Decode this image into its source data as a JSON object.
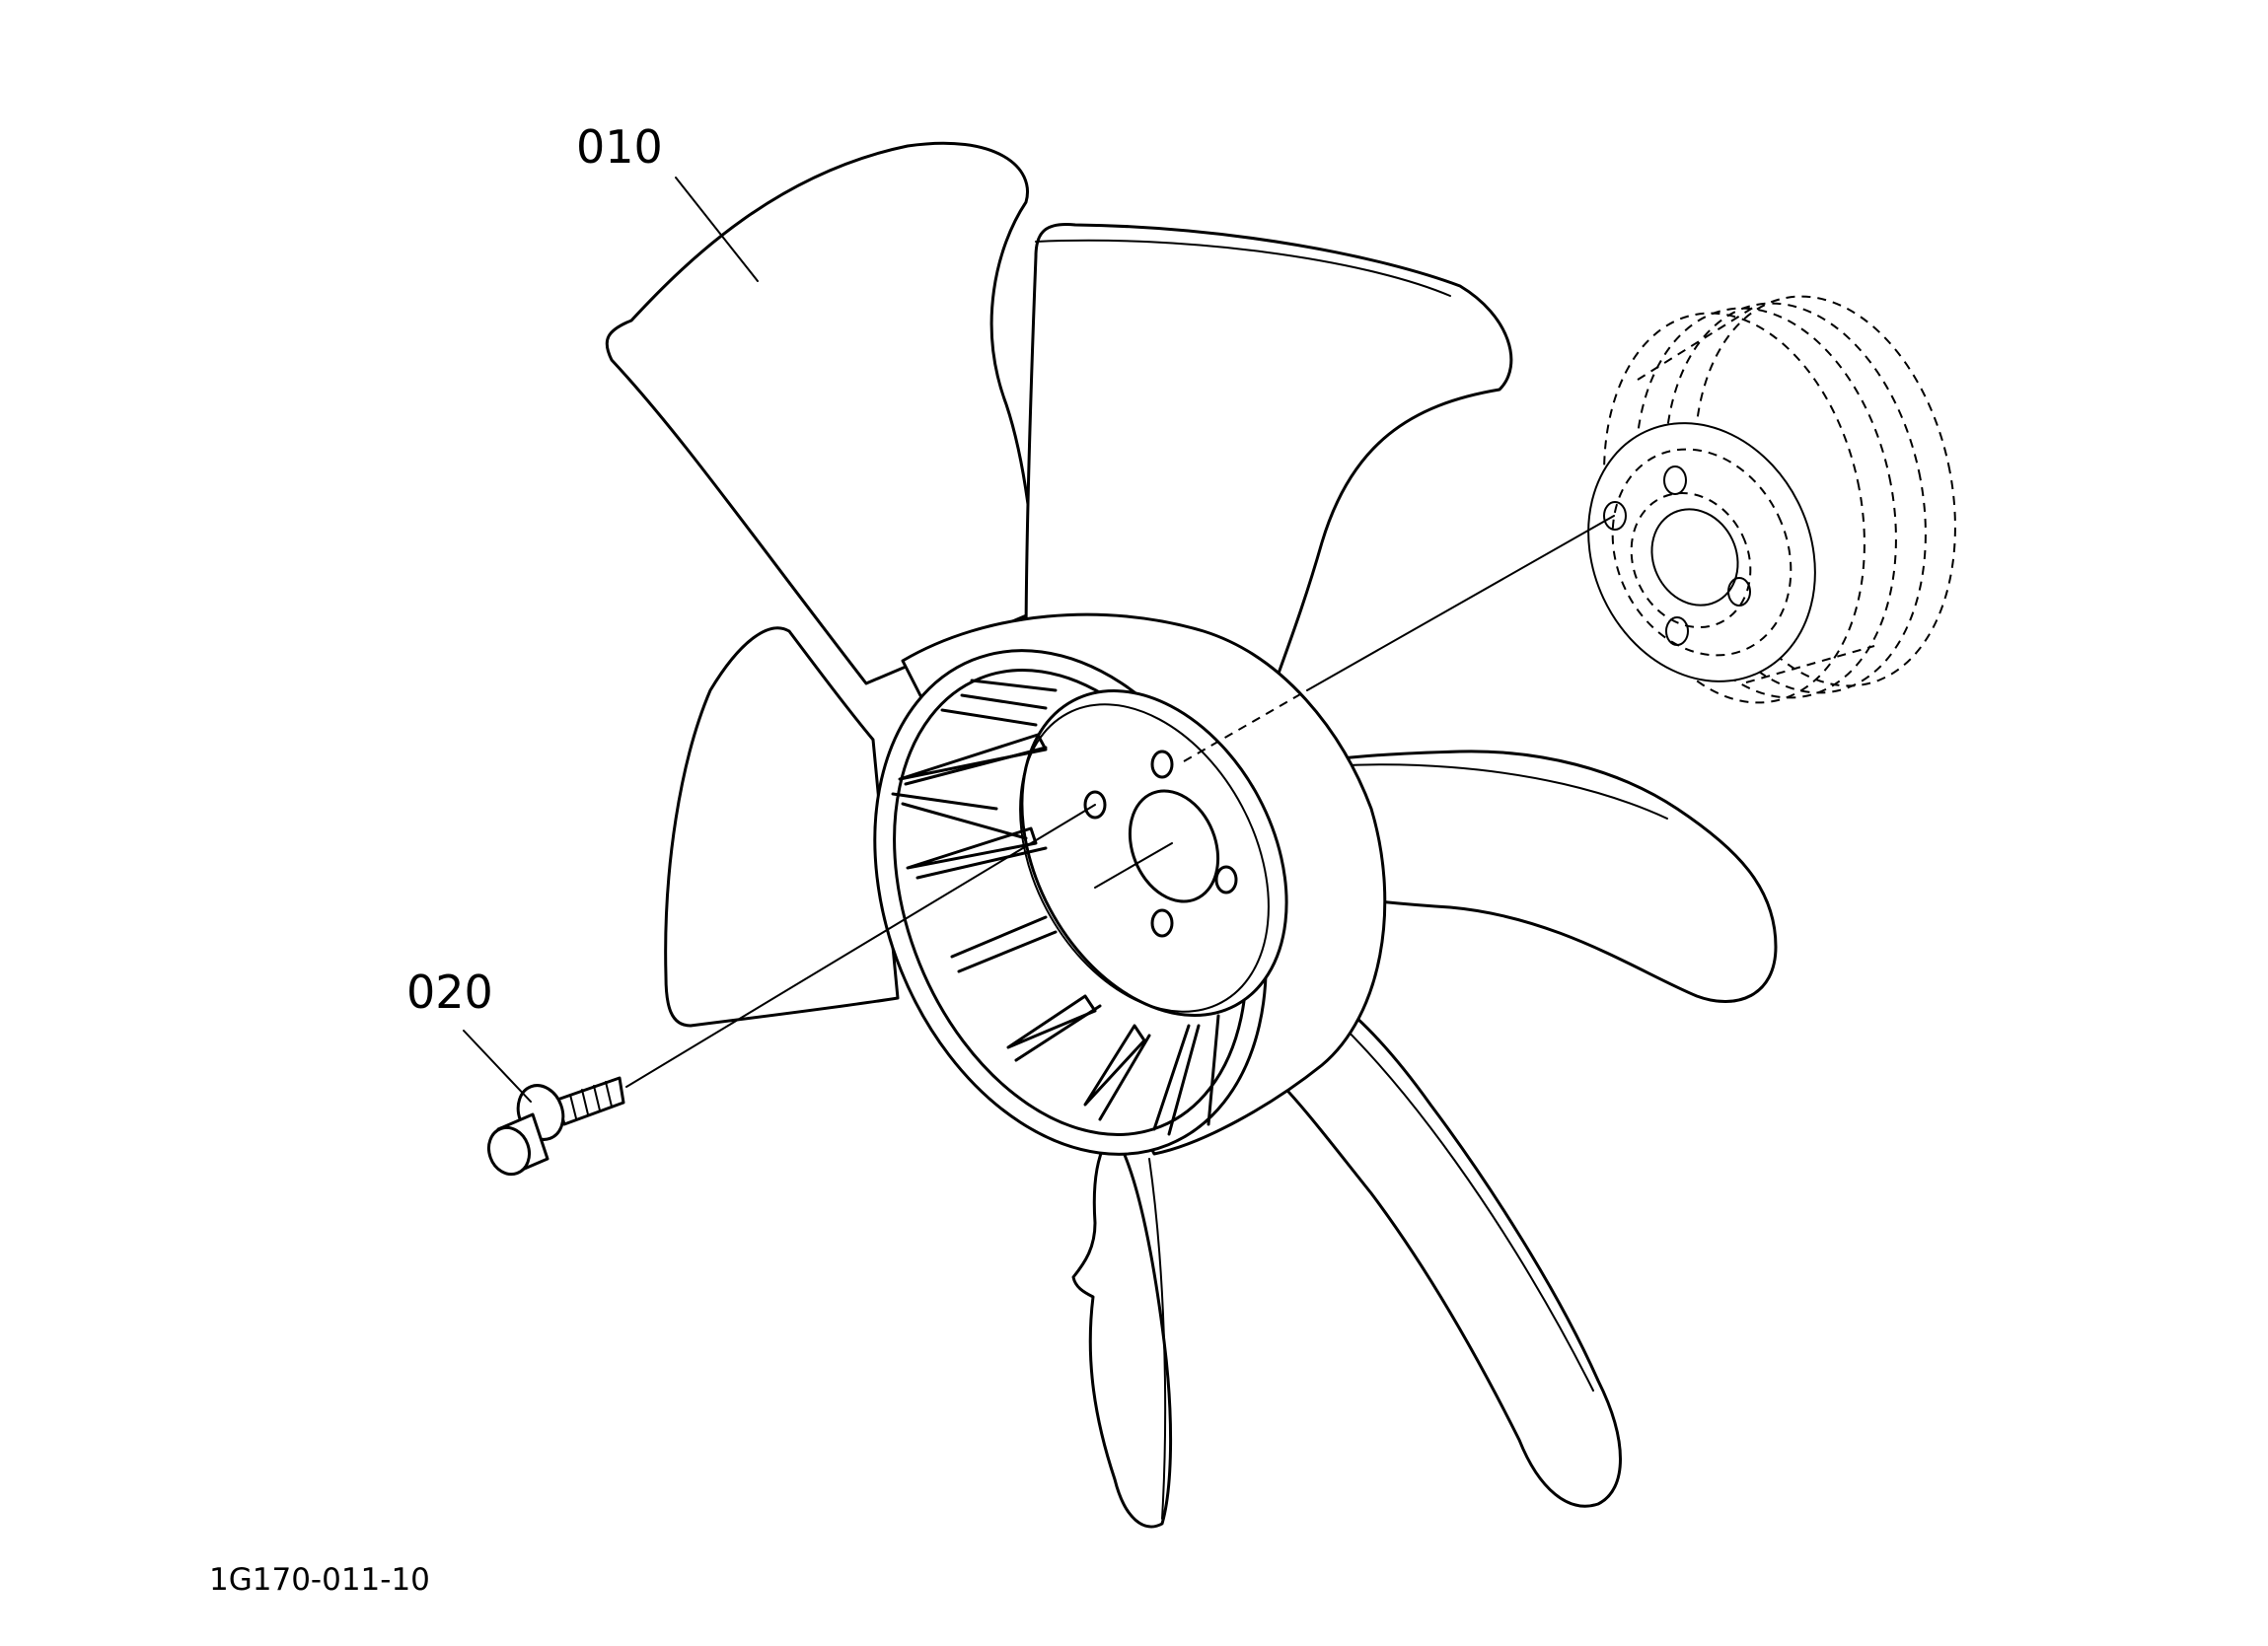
{
  "parts": [
    {
      "callout": "010"
    },
    {
      "callout": "020"
    }
  ],
  "figure_id": "1G170-011-10"
}
